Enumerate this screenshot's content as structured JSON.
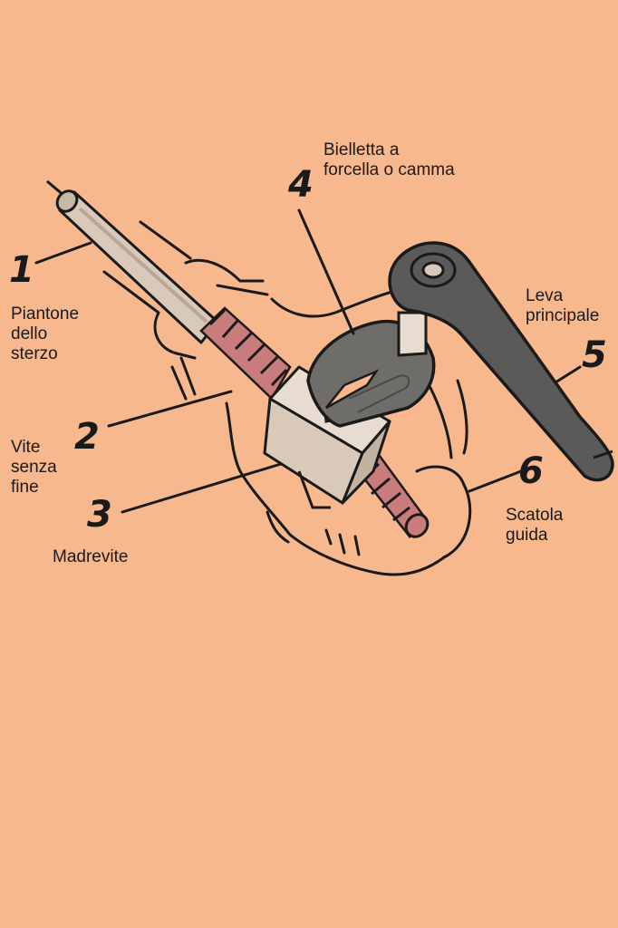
{
  "colors": {
    "background": "#f8b88e",
    "ink": "#1a1a1a",
    "worm": "#c97c7c",
    "steel": "#d8c9ba",
    "cam": "#6f6d6a",
    "lever": "#5c5a58"
  },
  "numbers": {
    "n1": "1",
    "n2": "2",
    "n3": "3",
    "n4": "4",
    "n5": "5",
    "n6": "6"
  },
  "labels": {
    "piantone": [
      "Piantone",
      "dello",
      "sterzo"
    ],
    "vite": [
      "Vite",
      "senza",
      "fine"
    ],
    "madrevite": [
      "Madrevite"
    ],
    "bielletta": [
      "Bielletta a",
      "forcella o camma"
    ],
    "leva": [
      "Leva",
      "principale"
    ],
    "scatola": [
      "Scatola",
      "guida"
    ]
  }
}
